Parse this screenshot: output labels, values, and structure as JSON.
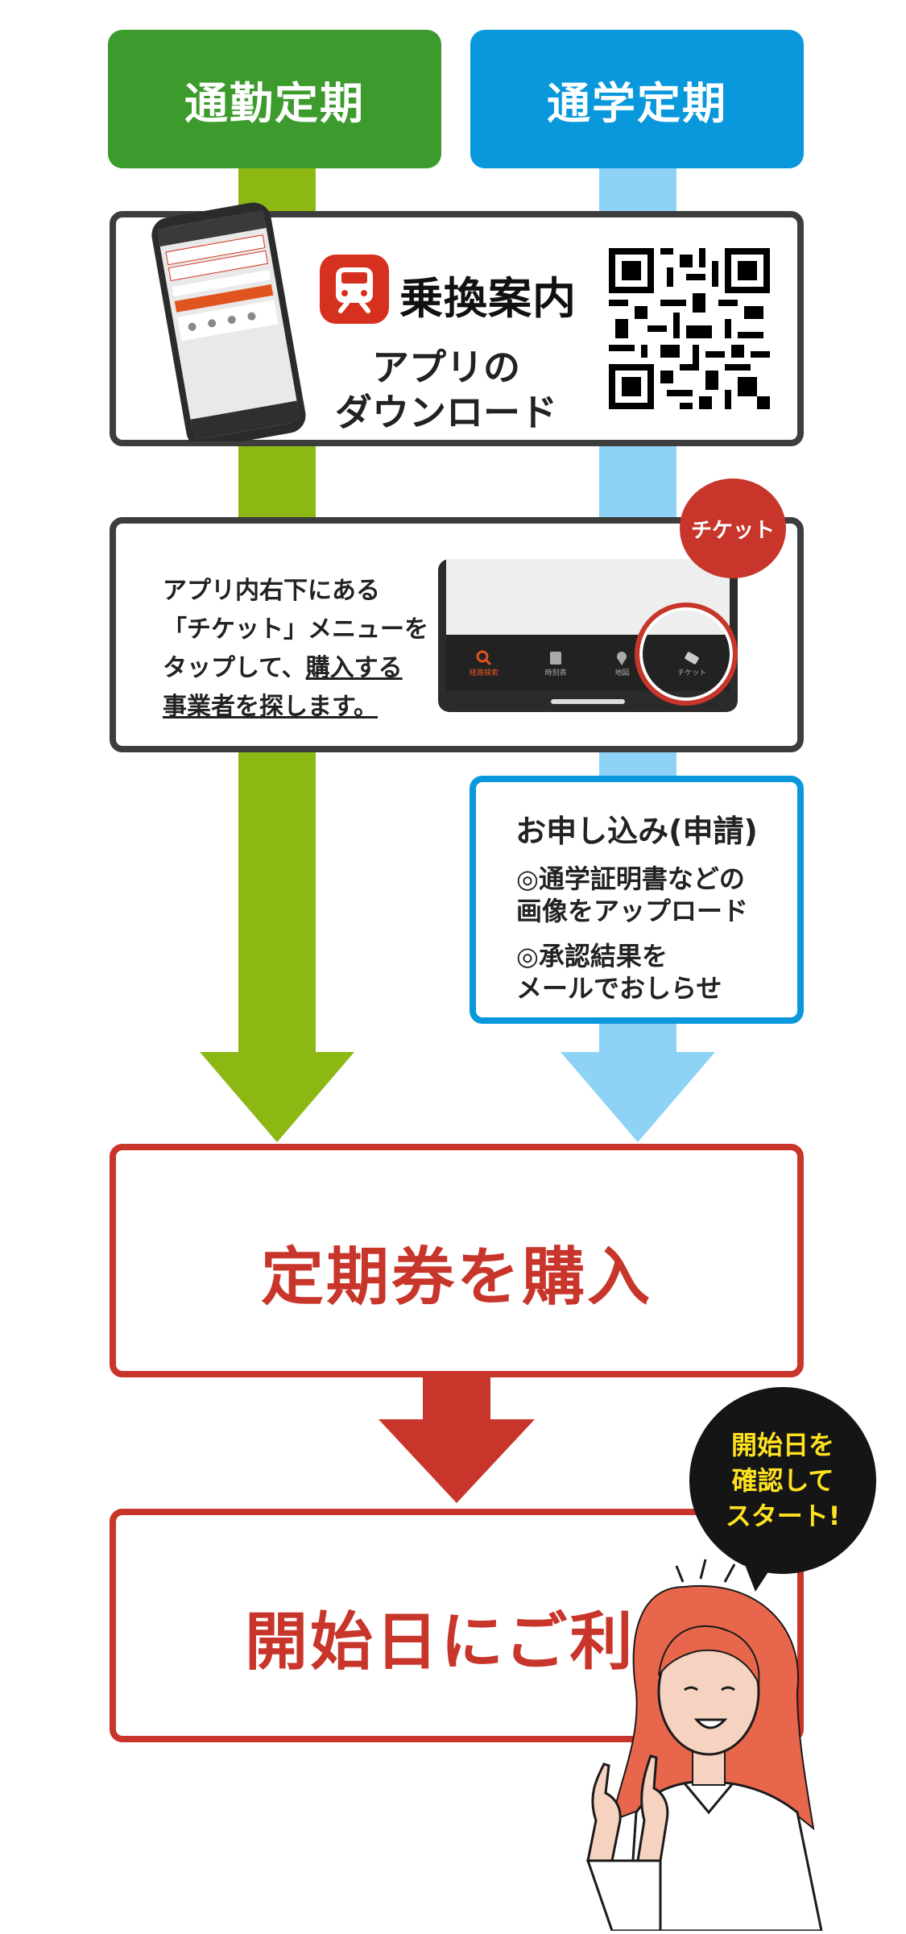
{
  "tabs": {
    "commute_label": "通勤定期",
    "student_label": "通学定期"
  },
  "download": {
    "app_name": "乗換案内",
    "line1": "アプリの",
    "line2": "ダウンロード"
  },
  "ticket": {
    "line1": "アプリ内右下にある",
    "line2": "「チケット」メニューを",
    "line3_plain": "タップして、",
    "line3_underlined": "購入する",
    "line4": "事業者を探します。",
    "badge": "チケット",
    "phone_tab_labels": [
      "経路検索",
      "時刻表",
      "地図",
      "チケット"
    ]
  },
  "apply": {
    "title": "お申し込み(申請)",
    "item1_line1": "◎通学証明書などの",
    "item1_line2": "画像をアップロード",
    "item2_line1": "◎承認結果を",
    "item2_line2": "メールでおしらせ"
  },
  "purchase_label": "定期券を購入",
  "use_label": "開始日にご利用",
  "bubble": {
    "line1": "開始日を",
    "line2": "確認して",
    "line3": "スタート!"
  },
  "colors": {
    "green": "#3d9b2d",
    "green_flow": "#8cb814",
    "blue": "#0a98dc",
    "blue_flow": "#8ed3f5",
    "red": "#c8352a",
    "bubble_text": "#ffe21f"
  },
  "icons": [
    "app-logo-train-icon",
    "qr-code-icon",
    "search-icon",
    "ticket-icon"
  ]
}
